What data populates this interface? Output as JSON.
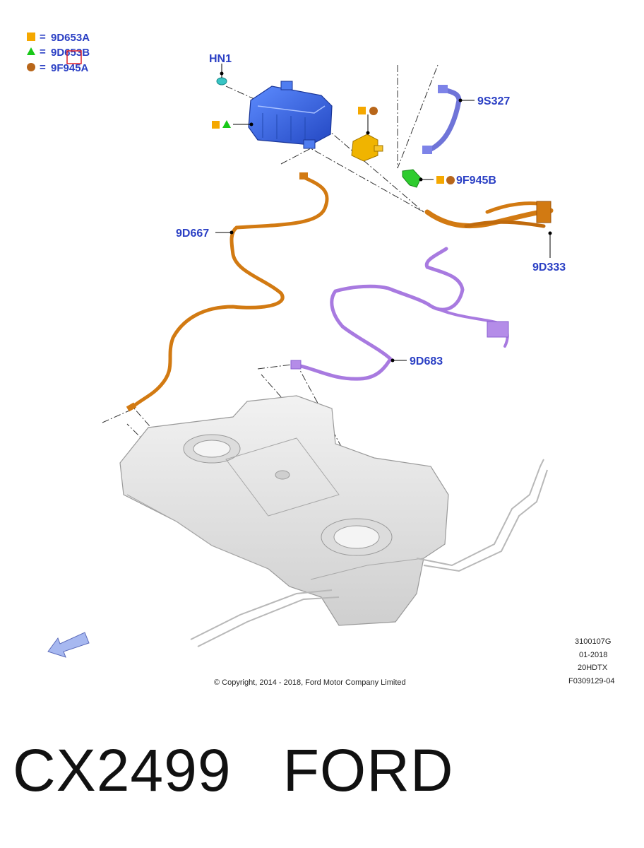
{
  "legend": [
    {
      "symbol": "square",
      "color": "#f5a800",
      "eq": "=",
      "code": "9D653A"
    },
    {
      "symbol": "triangle",
      "color": "#18c818",
      "eq": "=",
      "code": "9D653B"
    },
    {
      "symbol": "circle",
      "color": "#b8661a",
      "eq": "=",
      "code": "9F945A"
    }
  ],
  "part_labels": {
    "hn1": "HN1",
    "p9s327": "9S327",
    "p9f945b": "9F945B",
    "p9d667": "9D667",
    "p9d333": "9D333",
    "p9d683": "9D683"
  },
  "info_block": {
    "code": "3100107G",
    "date": "01-2018",
    "model": "20HDTX",
    "figure": "F0309129-04"
  },
  "copyright": "© Copyright, 2014 - 2018, Ford Motor Company Limited",
  "caption": {
    "part_number": "CX2499",
    "brand": "FORD"
  },
  "colors": {
    "label_blue": "#2a3fc4",
    "canister_blue": "#3b6ee8",
    "valve_yellow": "#f0b400",
    "connector_green": "#2ecc2e",
    "hose_orange": "#d27a12",
    "hose_purple": "#a87ae0",
    "hose_violet": "#6f74d8",
    "tank_grey": "#e4e4e4"
  }
}
